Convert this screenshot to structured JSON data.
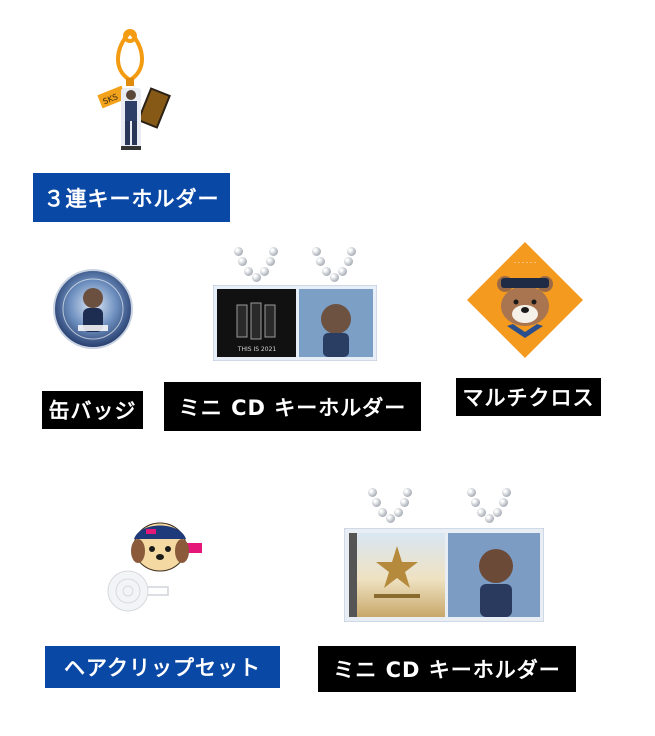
{
  "products": [
    {
      "label": "３連キーホルダー",
      "label_color": "#0a48a6",
      "icon": "triple-keychain-icon"
    },
    {
      "label": "缶バッジ",
      "label_color": "#000000",
      "icon": "can-badge-icon"
    },
    {
      "label": "ミニ CD キーホルダー",
      "label_color": "#000000",
      "icon": "mini-cd-keychain-icon",
      "image_texts": [
        "THIS IS 2021"
      ]
    },
    {
      "label": "マルチクロス",
      "label_color": "#000000",
      "icon": "multi-cloth-icon"
    },
    {
      "label": "ヘアクリップセット",
      "label_color": "#0a48a6",
      "icon": "hair-clip-set-icon"
    },
    {
      "label": "ミニ CD キーホルダー",
      "label_color": "#000000",
      "icon": "mini-cd-keychain-icon"
    }
  ]
}
